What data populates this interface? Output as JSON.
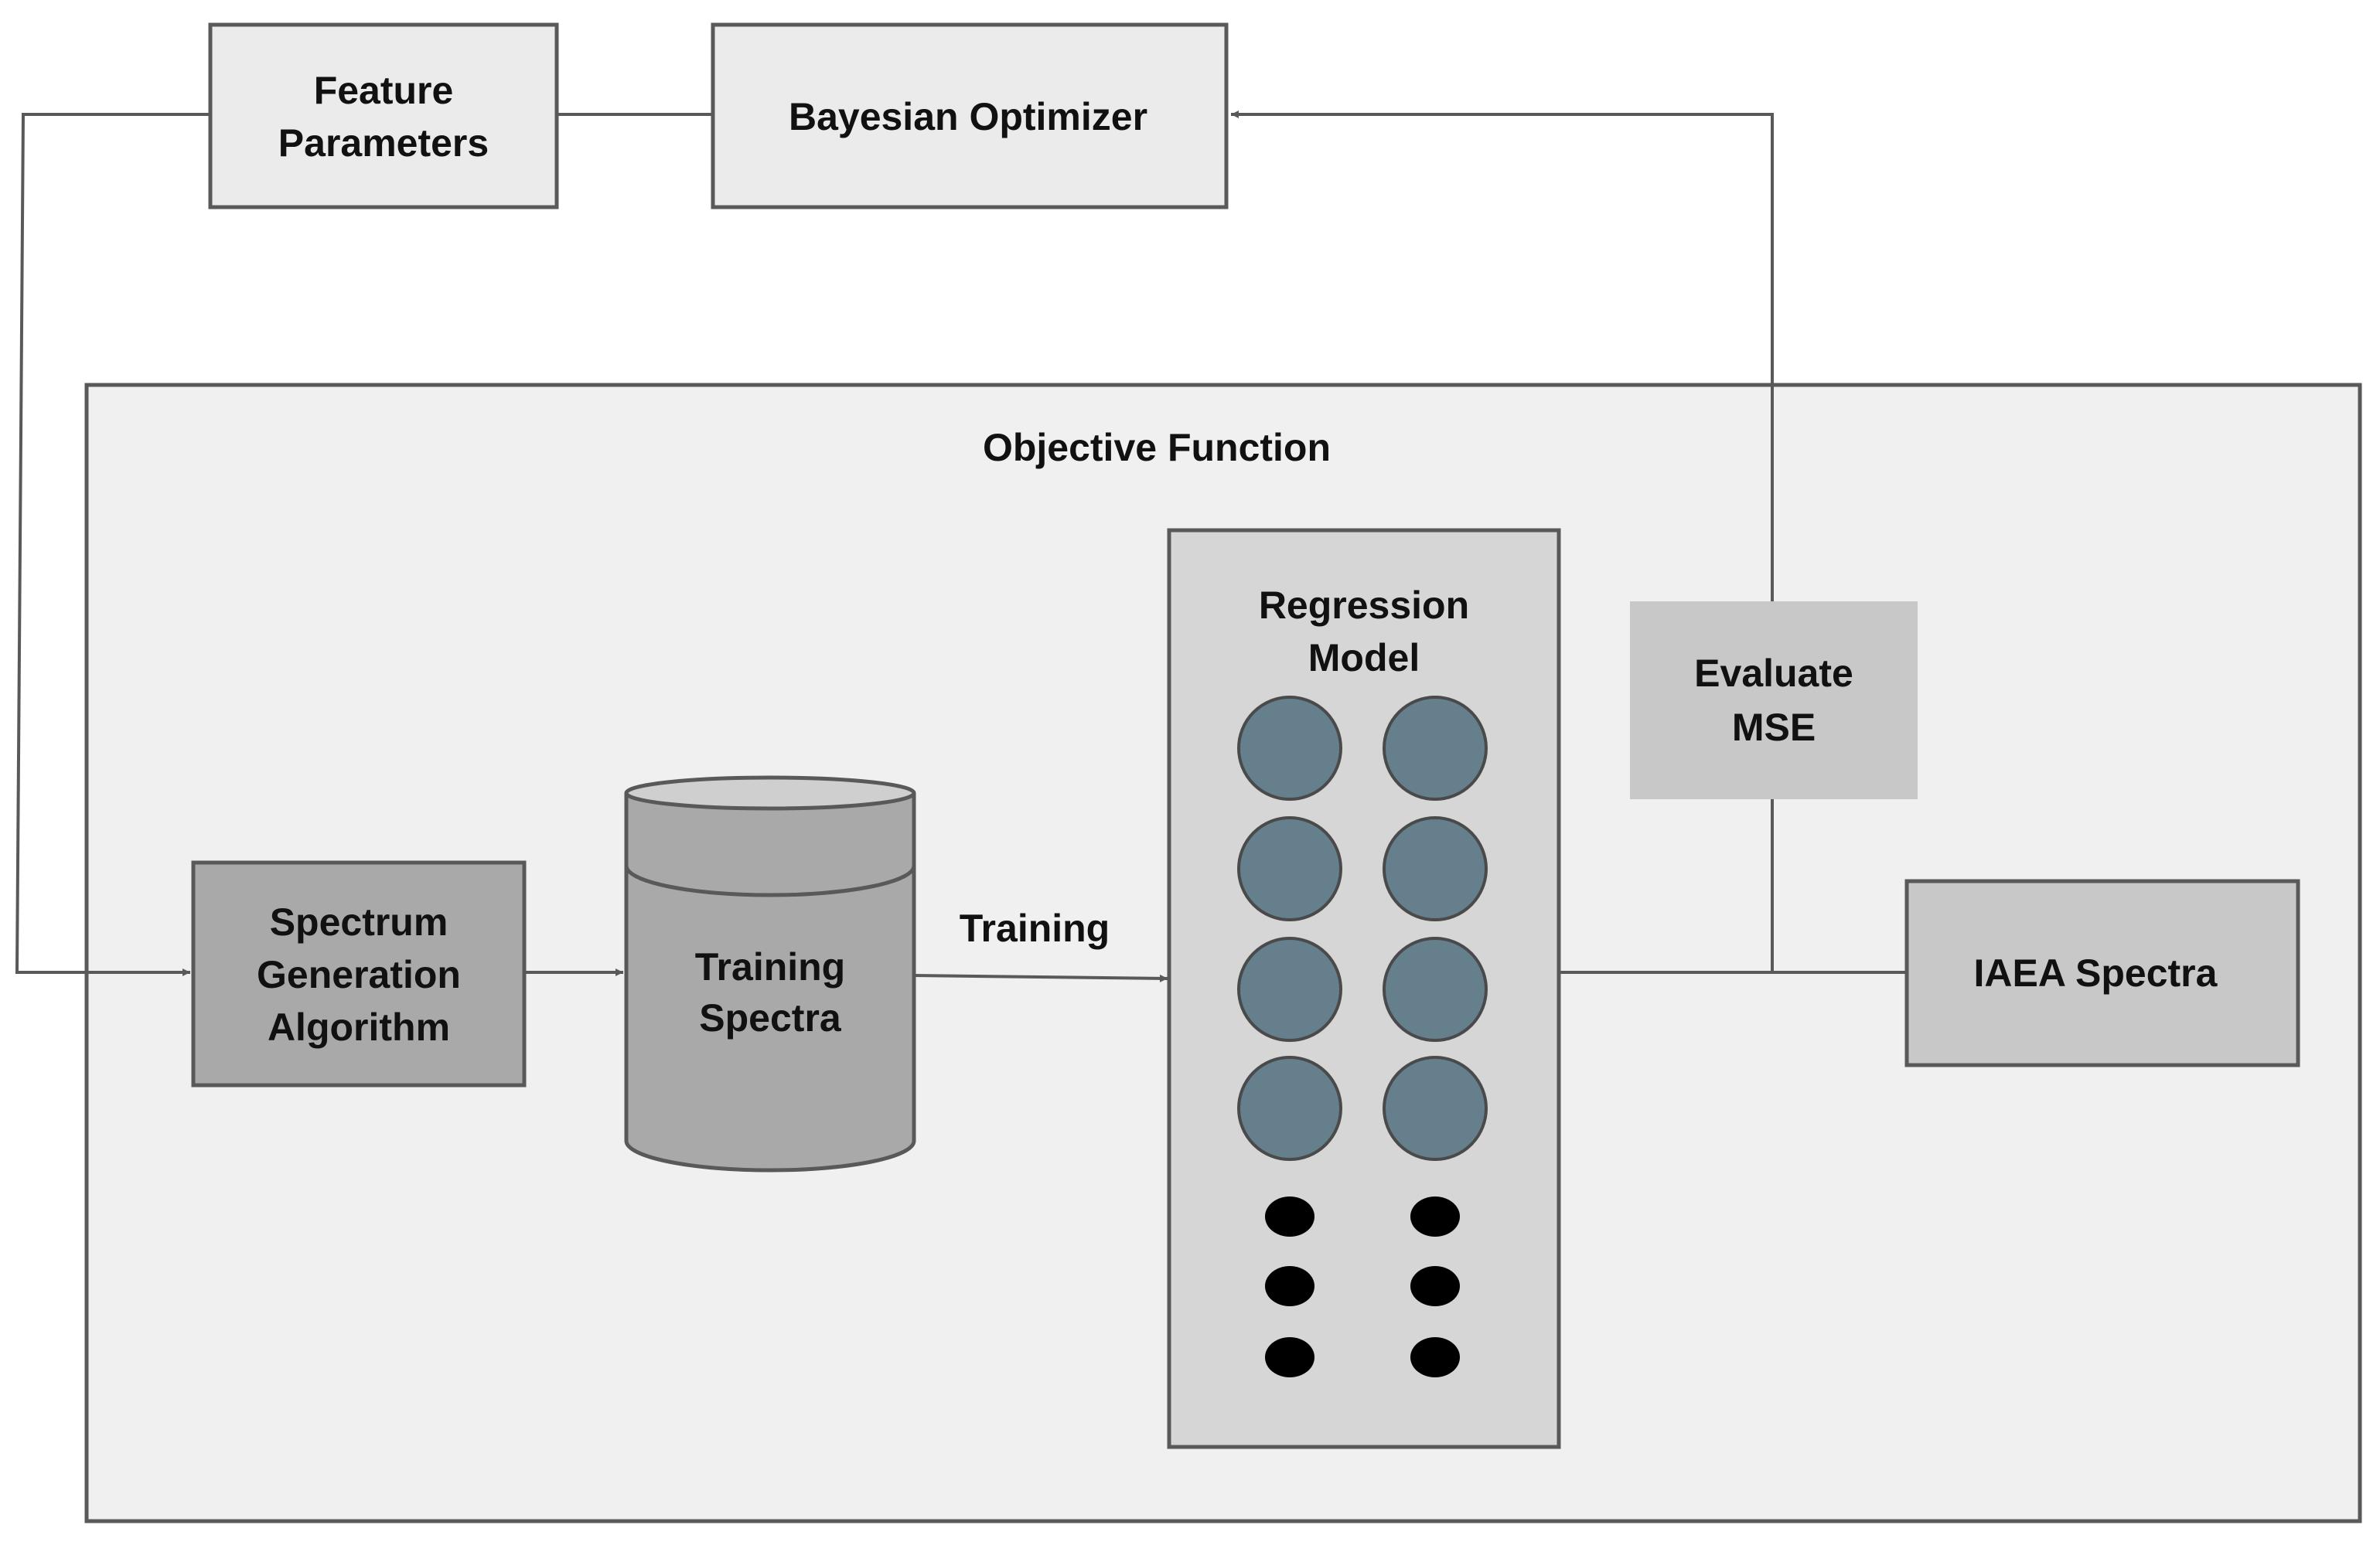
{
  "nodes": {
    "feature_parameters": {
      "lines": [
        "Feature",
        "Parameters"
      ]
    },
    "bayesian_optimizer": {
      "lines": [
        "Bayesian Optimizer"
      ]
    },
    "objective_function": {
      "label": "Objective Function"
    },
    "spectrum_generation": {
      "lines": [
        "Spectrum",
        "Generation",
        "Algorithm"
      ]
    },
    "training_spectra": {
      "lines": [
        "Training",
        "Spectra"
      ]
    },
    "regression_model": {
      "lines": [
        "Regression",
        "Model"
      ]
    },
    "evaluate_mse": {
      "lines": [
        "Evaluate",
        "MSE"
      ]
    },
    "iaea_spectra": {
      "lines": [
        "IAEA Spectra"
      ]
    }
  },
  "edges": {
    "training_label": "Training"
  },
  "colors": {
    "box_light": "#ebebeb",
    "box_mid": "#a9a9a9",
    "box_panel": "#d6d6d6",
    "container": "#f0f0f0",
    "evaluate": "#c8c8c8",
    "neuron": "#657f8c",
    "dot": "#000000",
    "stroke": "#595959"
  },
  "icons": {
    "database": "cylinder-database-icon",
    "neuron": "neuron-circle-icon",
    "ellipsis": "dot-ellipsis-icon"
  }
}
